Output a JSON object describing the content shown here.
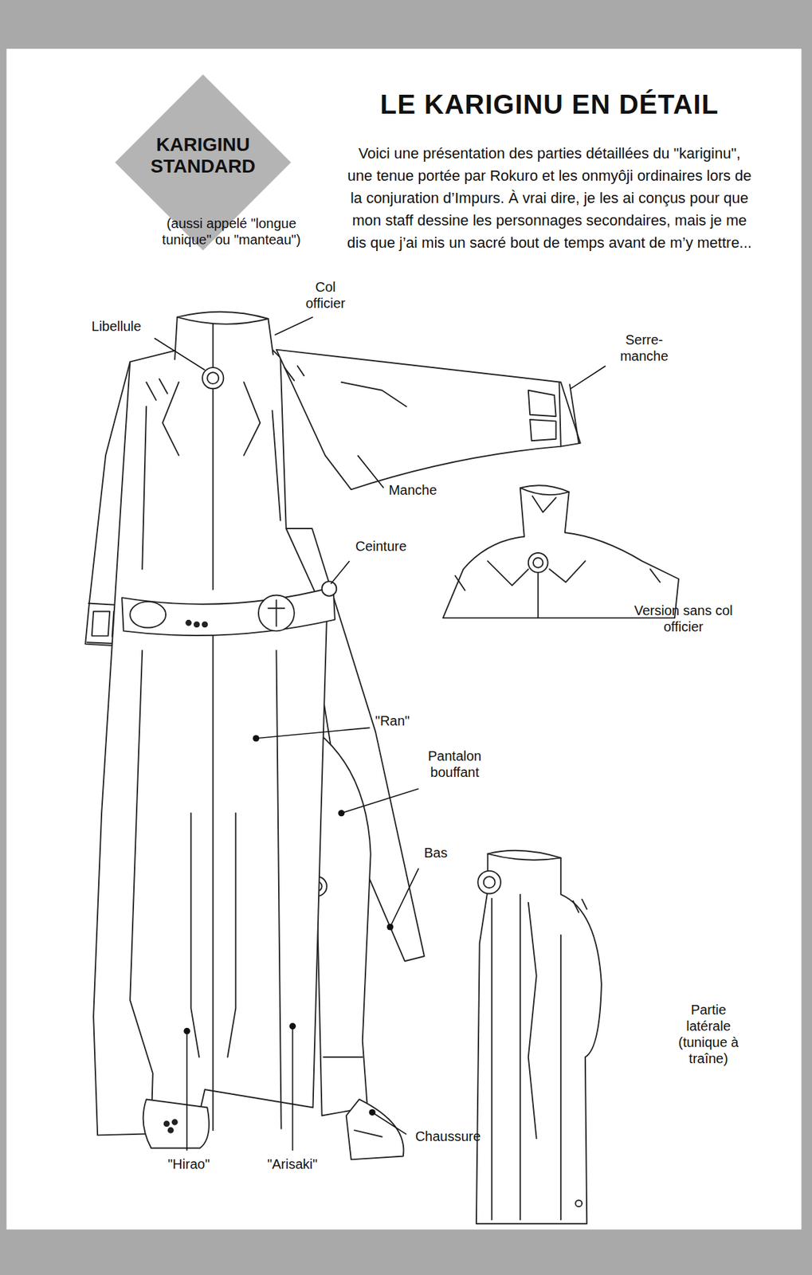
{
  "diagram": {
    "title": "LE KARIGINU EN DÉTAIL",
    "nodes": [
      {
        "text": [
          "KARIGINU STANDARD"
        ]
      }
    ],
    "labels": [
      "(aussi appelé \"longue tunique\" ou \"manteau\")",
      "Voici une présentation des parties détaillées du \"kariginu\", une tenue portée par Rokuro et les onmyôji ordinaires lors de la conjuration d’Impurs. À vrai dire, je les ai conçus pour que mon staff dessine les personnages secondaires, mais je me dis que j’ai mis un sacré bout de temps avant de m’y mettre...",
      "Col officier",
      "Libellule",
      "Serre-manche",
      "Manche",
      "Ceinture",
      "Version sans col officier",
      "\"Ran\"",
      "Pantalon bouffant",
      "Bas",
      "Partie latérale (tunique à traîne)",
      "Chaussure",
      "\"Hirao\"",
      "\"Arisaki\""
    ]
  }
}
